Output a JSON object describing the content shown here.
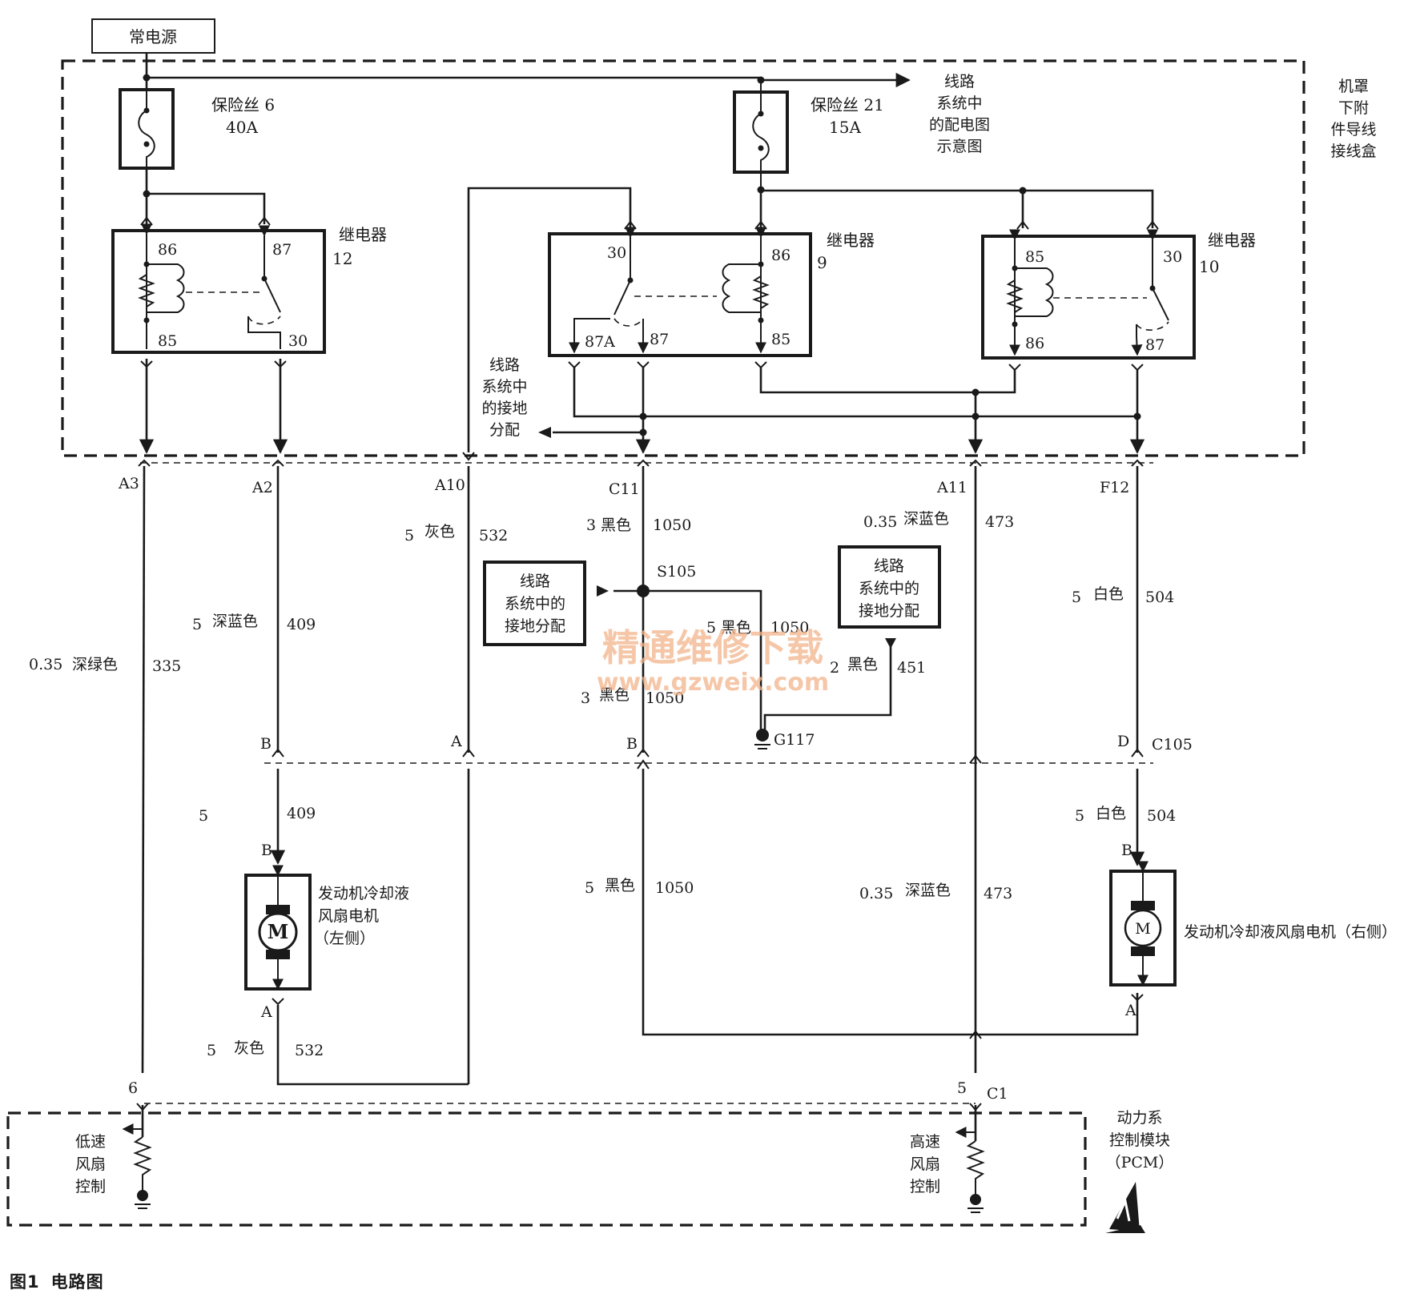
{
  "power": {
    "label": "常电源"
  },
  "fuses": {
    "fuse6": {
      "name": "保险丝 6",
      "rating": "40A"
    },
    "fuse21": {
      "name": "保险丝 21",
      "rating": "15A"
    }
  },
  "power_dist_ref": [
    "线路",
    "系统中",
    "的配电图",
    "示意图"
  ],
  "box_label": [
    "机罩",
    "下附",
    "件导线",
    "接线盒"
  ],
  "relays": {
    "r12": {
      "title": "继电器",
      "num": "12",
      "pins": [
        "86",
        "87",
        "85",
        "30"
      ]
    },
    "r9": {
      "title": "继电器",
      "num": "9",
      "pins": [
        "30",
        "86",
        "87A",
        "87",
        "85"
      ]
    },
    "r10": {
      "title": "继电器",
      "num": "10",
      "pins": [
        "85",
        "30",
        "86",
        "87"
      ]
    }
  },
  "ground_ref_top": [
    "线路",
    "系统中",
    "的接地",
    "分配"
  ],
  "ground_ref_mid": [
    "线路",
    "系统中的",
    "接地分配"
  ],
  "ground_ref_right": [
    "线路",
    "系统中的",
    "接地分配"
  ],
  "connectors": {
    "a3": "A3",
    "a2": "A2",
    "a10": "A10",
    "c11": "C11",
    "a11": "A11",
    "f12": "F12",
    "b1": "B",
    "a1": "A",
    "b2": "B",
    "d1": "D",
    "c105": "C105",
    "s105": "S105",
    "g117": "G117",
    "motor_l_b": "B",
    "motor_l_a": "A",
    "motor_r_b": "B",
    "motor_r_a": "A",
    "pcm_6": "6",
    "pcm_5": "5",
    "pcm_c1": "C1"
  },
  "wires": {
    "w335": {
      "size": "0.35",
      "color": "深绿色",
      "circuit": "335"
    },
    "w409": {
      "size": "5",
      "color": "深蓝色",
      "circuit": "409"
    },
    "w409b": {
      "size": "5",
      "circuit": "409"
    },
    "w532": {
      "size": "5",
      "color": "灰色",
      "circuit": "532"
    },
    "w532b": {
      "size": "5",
      "color": "灰色",
      "circuit": "532"
    },
    "w1050a": {
      "size": "3",
      "color": "黑色",
      "circuit": "1050"
    },
    "w1050b": {
      "size": "5",
      "color": "黑色",
      "circuit": "1050"
    },
    "w1050c": {
      "size": "3",
      "color": "黑色",
      "circuit": "1050"
    },
    "w1050d": {
      "size": "5",
      "color": "黑色",
      "circuit": "1050"
    },
    "w451": {
      "size": "2",
      "color": "黑色",
      "circuit": "451"
    },
    "w473a": {
      "size": "0.35",
      "color": "深蓝色",
      "circuit": "473"
    },
    "w473b": {
      "size": "0.35",
      "color": "深蓝色",
      "circuit": "473"
    },
    "w504a": {
      "size": "5",
      "color": "白色",
      "circuit": "504"
    },
    "w504b": {
      "size": "5",
      "color": "白色",
      "circuit": "504"
    }
  },
  "motors": {
    "left": {
      "symbol": "M",
      "lines": [
        "发动机冷却液",
        "风扇电机",
        "（左侧）"
      ]
    },
    "right": {
      "symbol": "M",
      "label": "发动机冷却液风扇电机（右侧）"
    }
  },
  "pcm": {
    "label": [
      "动力系",
      "控制模块",
      "（PCM）"
    ],
    "low": [
      "低速",
      "风扇",
      "控制"
    ],
    "high": [
      "高速",
      "风扇",
      "控制"
    ]
  },
  "watermark": {
    "cn": "精通维修下载",
    "url": "www.gzweix.com"
  },
  "caption": {
    "fig": "图1",
    "title": "电路图"
  }
}
